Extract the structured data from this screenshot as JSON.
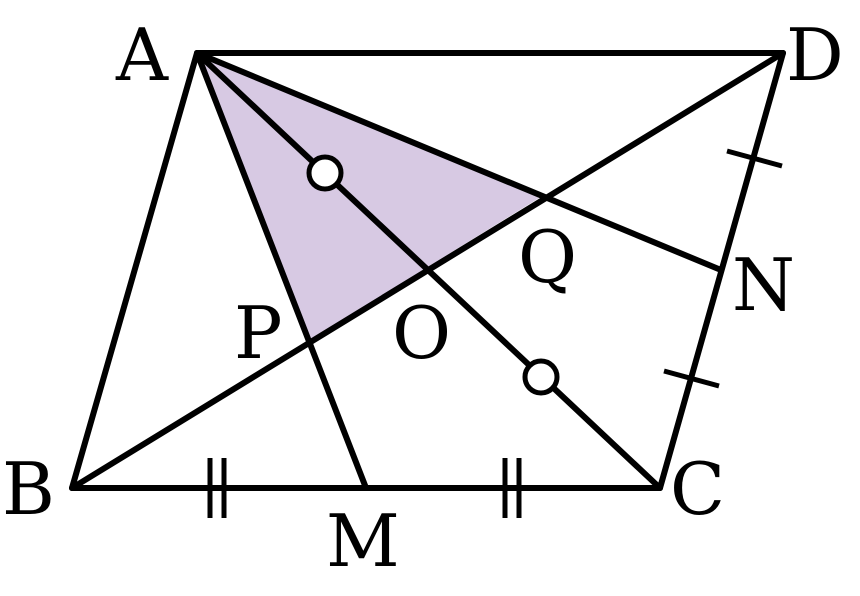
{
  "colors": {
    "stroke": "#000000",
    "shade": "#d7c9e3",
    "background": "#ffffff"
  },
  "points": {
    "A": "A",
    "B": "B",
    "C": "C",
    "D": "D",
    "M": "M",
    "N": "N",
    "O": "O",
    "P": "P",
    "Q": "Q"
  },
  "shaded_region": [
    "A",
    "P",
    "Q"
  ],
  "segments": [
    [
      "A",
      "B"
    ],
    [
      "B",
      "C"
    ],
    [
      "C",
      "D"
    ],
    [
      "D",
      "A"
    ],
    [
      "A",
      "C"
    ],
    [
      "B",
      "D"
    ],
    [
      "A",
      "M"
    ],
    [
      "A",
      "N"
    ]
  ],
  "equal_marks": {
    "single_tick": [
      "C-N",
      "N-D"
    ],
    "double_tick": [
      "B-M",
      "M-C"
    ],
    "circle": [
      "A-O",
      "O-C"
    ]
  }
}
